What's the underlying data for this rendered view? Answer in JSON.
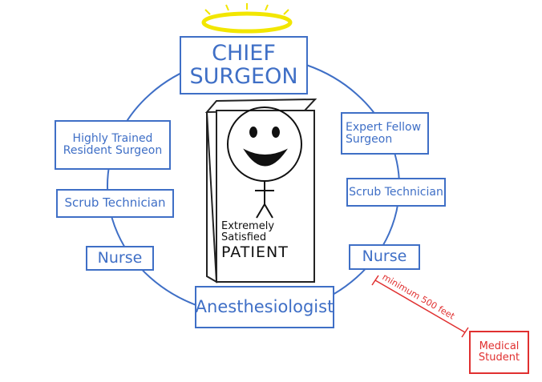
{
  "chief": {
    "line1": "CHIEF",
    "line2": "SURGEON"
  },
  "left": [
    {
      "line1": "Highly Trained",
      "line2": "Resident Surgeon"
    },
    {
      "line1": "Scrub Technician"
    },
    {
      "line1": "Nurse"
    }
  ],
  "right": [
    {
      "line1": "Expert Fellow",
      "line2": "Surgeon"
    },
    {
      "line1": "Scrub Technician"
    },
    {
      "line1": "Nurse"
    }
  ],
  "bottom": {
    "line1": "Anesthesiologist"
  },
  "patient": {
    "line1": "Extremely",
    "line2": "Satisfied",
    "line3": "PATIENT"
  },
  "distance": {
    "label": "minimum 500 feet"
  },
  "student": {
    "line1": "Medical",
    "line2": "Student"
  },
  "colors": {
    "blue": "#3f6fc6",
    "red": "#e03030",
    "halo": "#f2e600"
  }
}
